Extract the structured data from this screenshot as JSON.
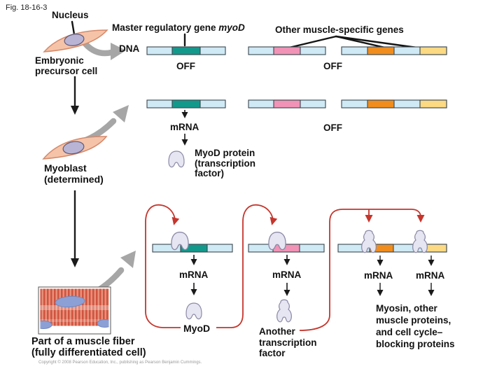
{
  "figure_label": "Fig. 18-16-3",
  "labels": {
    "nucleus": "Nucleus",
    "master_gene_prefix": "Master regulatory gene ",
    "master_gene_name": "myoD",
    "other_genes": "Other muscle-specific genes",
    "dna": "DNA",
    "embryonic_cell": {
      "line1": "Embryonic",
      "line2": "precursor cell"
    },
    "myoblast": {
      "line1": "Myoblast",
      "line2": "(determined)"
    },
    "muscle_fiber": {
      "line1": "Part of a muscle fiber",
      "line2": "(fully differentiated cell)"
    },
    "off_myod_row1": "OFF",
    "off_other_row1": "OFF",
    "off_other_row2": "OFF",
    "mrna_row2": "mRNA",
    "myod_protein": {
      "line1": "MyoD protein",
      "line2": "(transcription",
      "line3": "factor)"
    },
    "mrna_myod": "mRNA",
    "mrna_tf": "mRNA",
    "mrna_myosin_a": "mRNA",
    "mrna_myosin_b": "mRNA",
    "myod_product": "MyoD",
    "another_tf": {
      "line1": "Another",
      "line2": "transcription",
      "line3": "factor"
    },
    "myosin_products": {
      "line1": "Myosin, other",
      "line2": "muscle proteins,",
      "line3": "and cell cycle–",
      "line4": "blocking proteins"
    },
    "copyright": "Copyright © 2008 Pearson Education, Inc., publishing as Pearson Benjamin Cummings."
  },
  "colors": {
    "dna_bar": "#cfe9f5",
    "gene_myod": "#13998c",
    "gene_other_tf": "#f193b6",
    "gene_myosin_a": "#f08d1d",
    "gene_myosin_b": "#fcd983",
    "cell_fill": "#f5c3a8",
    "nucleus_fill": "#b9b4d4",
    "protein_fill": "#e6e5f2",
    "arrow_gray": "#a6a6a6",
    "loop_red": "#c5352c",
    "muscle_nucleus": "#8ca0d6"
  }
}
